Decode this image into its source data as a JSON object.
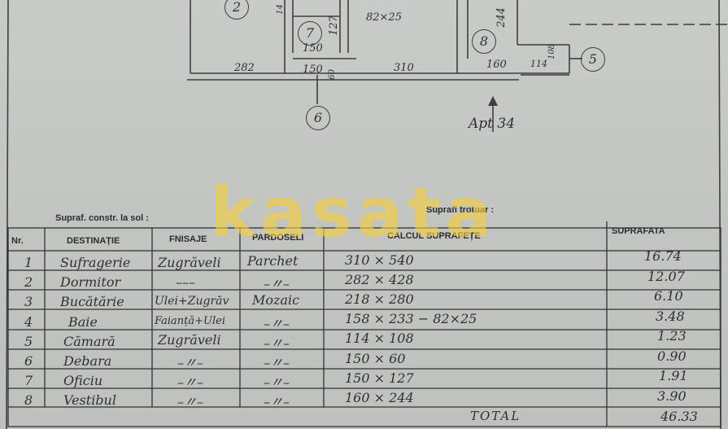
{
  "plan": {
    "room_markers": [
      "2",
      "7",
      "8",
      "5",
      "6"
    ],
    "dimensions": {
      "d_282": "282",
      "d_310": "310",
      "d_160": "160",
      "d_150_top": "150",
      "d_150_bottom": "150",
      "d_127": "127",
      "d_82x25": "82×25",
      "d_244": "244",
      "d_108": "108",
      "d_114": "114",
      "d_60": "60",
      "d_14": "14"
    },
    "apartment_label": "Apt 34"
  },
  "summary": {
    "built_area_label": "Supraf. constr. la sol :",
    "sidewalk_label": "Suprafi trotuar :"
  },
  "watermark": "kasata",
  "table": {
    "headers": [
      "Nr.",
      "DESTINAȚIE",
      "FNISAJE",
      "PARDOSELI",
      "CALCUL SUPRAFEȚE",
      "SUPRAFATA"
    ],
    "rows": [
      {
        "nr": "1",
        "dest": "Sufragerie",
        "fin": "Zugrăveli",
        "floor": "Parchet",
        "calc": "310 × 540",
        "area": "16.74"
      },
      {
        "nr": "2",
        "dest": "Dormitor",
        "fin": "–––",
        "floor": "–〃–",
        "calc": "282 × 428",
        "area": "12.07"
      },
      {
        "nr": "3",
        "dest": "Bucătărie",
        "fin": "Ulei+Zugrăv",
        "floor": "Mozaic",
        "calc": "218 × 280",
        "area": "6.10"
      },
      {
        "nr": "4",
        "dest": "Baie",
        "fin": "Faianță+Ulei",
        "floor": "–〃–",
        "calc": "158 × 233 − 82×25",
        "area": "3.48"
      },
      {
        "nr": "5",
        "dest": "Cămară",
        "fin": "Zugrăveli",
        "floor": "–〃–",
        "calc": "114 × 108",
        "area": "1.23"
      },
      {
        "nr": "6",
        "dest": "Debara",
        "fin": "–〃–",
        "floor": "–〃–",
        "calc": "150 × 60",
        "area": "0.90"
      },
      {
        "nr": "7",
        "dest": "Oficiu",
        "fin": "–〃–",
        "floor": "–〃–",
        "calc": "150 × 127",
        "area": "1.91"
      },
      {
        "nr": "8",
        "dest": "Vestibul",
        "fin": "–〃–",
        "floor": "–〃–",
        "calc": "160 × 244",
        "area": "3.90"
      }
    ],
    "total_label": "TOTAL",
    "total_value": "46.33"
  }
}
